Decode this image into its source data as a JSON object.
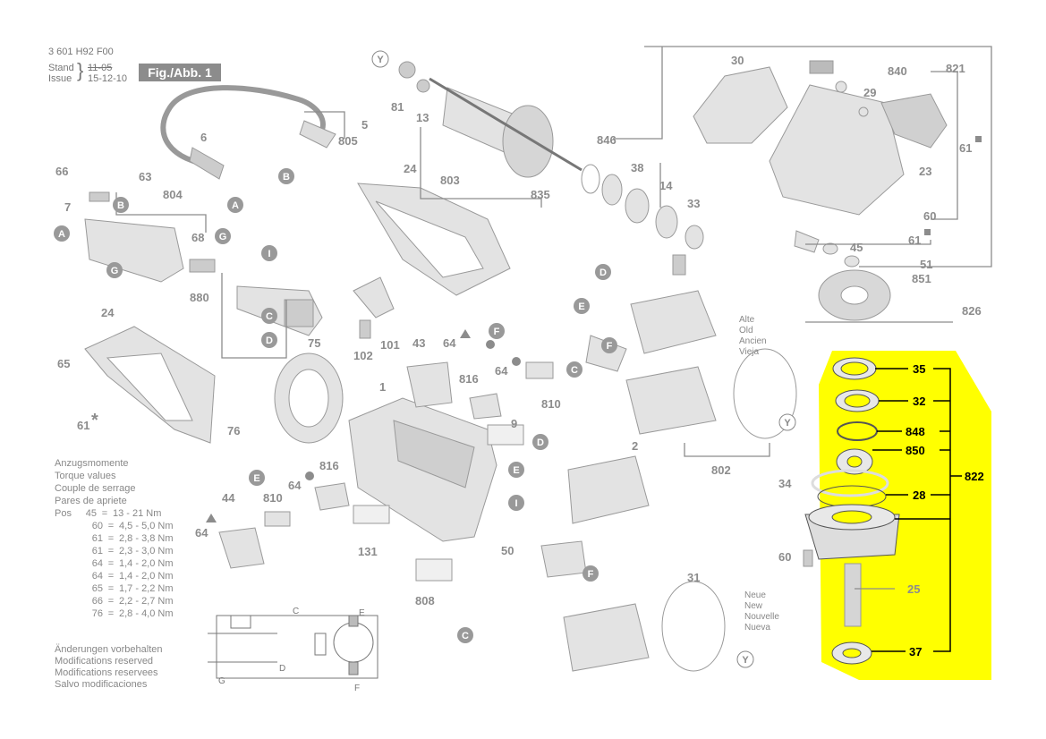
{
  "header": {
    "part_no": "3 601 H92 F00",
    "stand_label": "Stand",
    "issue_label": "Issue",
    "old_date": "11-05",
    "new_date": "15-12-10",
    "fig_label": "Fig./Abb. 1"
  },
  "torque": {
    "titles": [
      "Anzugsmomente",
      "Torque values",
      "Couple de serrage",
      "Pares de apriete"
    ],
    "pos_label": "Pos",
    "eq": "=",
    "rows": [
      {
        "pos": "45",
        "val": "13 - 21 Nm"
      },
      {
        "pos": "60",
        "val": "4,5 - 5,0 Nm"
      },
      {
        "pos": "61",
        "val": "2,8 - 3,8 Nm"
      },
      {
        "pos": "61",
        "val": "2,3 - 3,0 Nm"
      },
      {
        "pos": "64",
        "val": "1,4 - 2,0 Nm"
      },
      {
        "pos": "64",
        "val": "1,4 - 2,0 Nm"
      },
      {
        "pos": "65",
        "val": "1,7 - 2,2 Nm"
      },
      {
        "pos": "66",
        "val": "2,2 - 2,7 Nm"
      },
      {
        "pos": "76",
        "val": "2,8 - 4,0 Nm"
      }
    ]
  },
  "notes": [
    "Änderungen vorbehalten",
    "Modifications reserved",
    "Modifications reservees",
    "Salvo modificaciones"
  ],
  "variants": {
    "old": [
      "Alte",
      "Old",
      "Ancien",
      "Vieja"
    ],
    "new": [
      "Neue",
      "New",
      "Nouvelle",
      "Nueva"
    ]
  },
  "part_labels": {
    "p81": "81",
    "p13": "13",
    "p803": "803",
    "p835": "835",
    "p846": "846",
    "p38": "38",
    "p14": "14",
    "p33": "33",
    "p30": "30",
    "p840": "840",
    "p29": "29",
    "p821": "821",
    "p61": "61",
    "p23": "23",
    "p60": "60",
    "p45": "45",
    "p51": "51",
    "p851": "851",
    "p826": "826",
    "p5": "5",
    "p805": "805",
    "p6": "6",
    "p66": "66",
    "p63": "63",
    "p7": "7",
    "p804": "804",
    "p68": "68",
    "p880": "880",
    "p24": "24",
    "p75": "75",
    "p65": "65",
    "p76": "76",
    "p102": "102",
    "p101": "101",
    "p43": "43",
    "p64": "64",
    "p816": "816",
    "p810": "810",
    "p9": "9",
    "p1": "1",
    "p131": "131",
    "p808": "808",
    "p44": "44",
    "p2": "2",
    "p802": "802",
    "p50": "50",
    "p31": "31",
    "p35": "35",
    "p32": "32",
    "p848": "848",
    "p850": "850",
    "p34": "34",
    "p28": "28",
    "p822": "822",
    "p25": "25",
    "p37": "37"
  },
  "circle_letters": {
    "a": "A",
    "b": "B",
    "c": "C",
    "d": "D",
    "e": "E",
    "f": "F",
    "g": "G",
    "i": "I",
    "y": "Y"
  },
  "wiring": {
    "c": "C",
    "e": "E",
    "d": "D",
    "f": "F",
    "g": "G"
  },
  "highlight_color": "#ffff00",
  "label_color": "#8c8c8c"
}
